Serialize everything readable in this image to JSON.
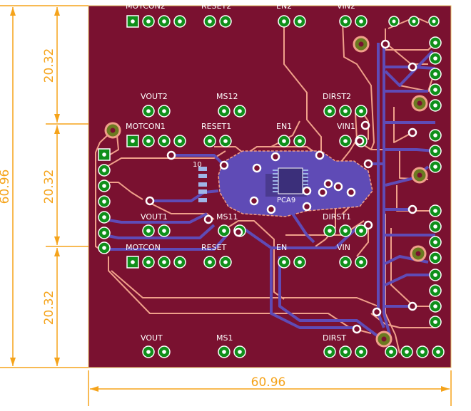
{
  "dimensions": {
    "left_top": "20.32",
    "left_mid": "20.32",
    "left_bottom": "20.32",
    "left_total": "60.96",
    "bottom_total": "60.96"
  },
  "labels": {
    "motcon2": "MOTCON2",
    "reset2": "RESET2",
    "en2": "EN2",
    "vin2": "VIN2",
    "vout2": "VOUT2",
    "ms12": "MS12",
    "dirst2": "DIRST2",
    "motcon1": "MOTCON1",
    "reset1": "RESET1",
    "en1": "EN1",
    "vin1": "VIN1",
    "vout1": "VOUT1",
    "ms11": "MS11",
    "dirst1": "DIRST1",
    "motcon": "MOTCON",
    "reset": "RESET",
    "en": "EN",
    "vin": "VIN",
    "vout": "VOUT",
    "ms1": "MS1",
    "dirst": "DIRST",
    "pin_10": "10",
    "chip": "PCA9"
  },
  "colors": {
    "board": "#7a1130",
    "top_copper": "#f0a08a",
    "bottom_copper": "#5f4bb6",
    "pad_green": "#0f8f1a",
    "dimension": "#f5a31a"
  }
}
